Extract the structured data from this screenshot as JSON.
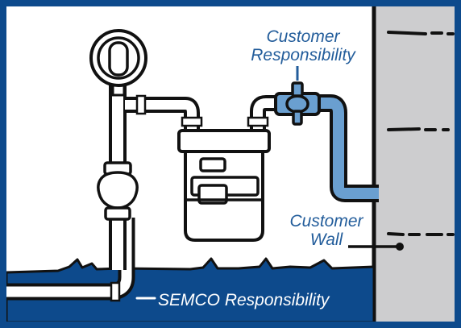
{
  "labels": {
    "customer_responsibility": [
      "Customer",
      "Responsibility"
    ],
    "customer_wall": [
      "Customer",
      "Wall"
    ],
    "semco_responsibility": "SEMCO Responsibility"
  },
  "colors": {
    "frame": "#0d4a8c",
    "ground": "#0d4a8c",
    "wall": "#cdcdcf",
    "customer_pipe": "#6a9fd0",
    "label_text": "#235d9b",
    "outline": "#111111"
  },
  "icons": [
    "gas-meter-icon",
    "pressure-regulator-icon",
    "shutoff-valve-icon",
    "pressure-gauge-icon"
  ]
}
